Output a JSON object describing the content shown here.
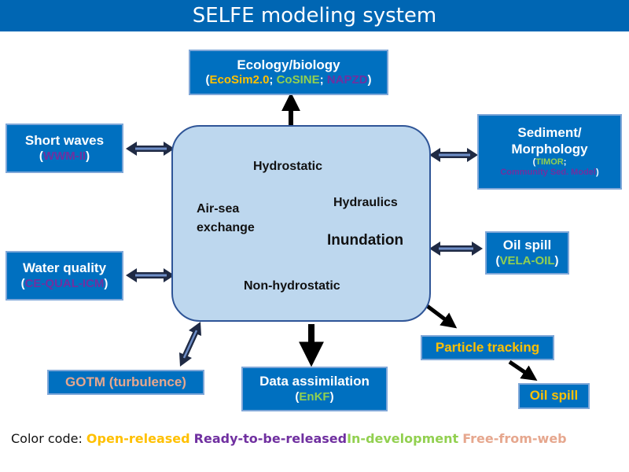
{
  "title": "SELFE modeling system",
  "core": {
    "hydrostatic": "Hydrostatic",
    "air_sea_line1": "Air-sea",
    "air_sea_line2": "exchange",
    "hydraulics": "Hydraulics",
    "inundation": "Inundation",
    "non_hydrostatic": "Non-hydrostatic"
  },
  "ecology": {
    "label": "Ecology/biology",
    "open_paren": "(",
    "ecosim": "EcoSim2.0",
    "sep1": "; ",
    "cosine": "CoSINE",
    "sep2": "; ",
    "napzd": "NAPZD",
    "close_paren": ")"
  },
  "short_waves": {
    "label": "Short waves",
    "open_paren": "(",
    "model": "WWM-II",
    "close_paren": ")"
  },
  "sediment": {
    "label_line1": "Sediment/",
    "label_line2": "Morphology",
    "open_paren": "(",
    "timor": "TIMOR",
    "sep": ";",
    "community": "Community Sed. Model",
    "close_paren": ")"
  },
  "water_quality": {
    "label": "Water quality",
    "open_paren": "(",
    "model": "CE-QUAL-ICM",
    "close_paren": ")"
  },
  "oil_spill_right": {
    "label": "Oil spill",
    "open_paren": "(",
    "model": "VELA-OIL",
    "close_paren": ")"
  },
  "particle_tracking": {
    "label": "Particle tracking"
  },
  "oil_spill_bottom": {
    "label": "Oil spill"
  },
  "gotm": {
    "label": "GOTM (turbulence)"
  },
  "data_assimilation": {
    "label": "Data assimilation",
    "open_paren": "(",
    "model": "EnKF",
    "close_paren": ")"
  },
  "legend": {
    "lead": "Color code: ",
    "open_released": "Open-released",
    "ready": "Ready-to-be-released",
    "in_development": "In-development",
    "free_from_web": "Free-from-web"
  },
  "colors": {
    "title_bar": "#0066b3",
    "box_fill": "#0070c0",
    "core_fill": "#bdd7ee",
    "open_released": "#ffc000",
    "ready_to_be_released": "#7030a0",
    "in_development": "#92d050",
    "free_from_web": "#e6a78e"
  }
}
